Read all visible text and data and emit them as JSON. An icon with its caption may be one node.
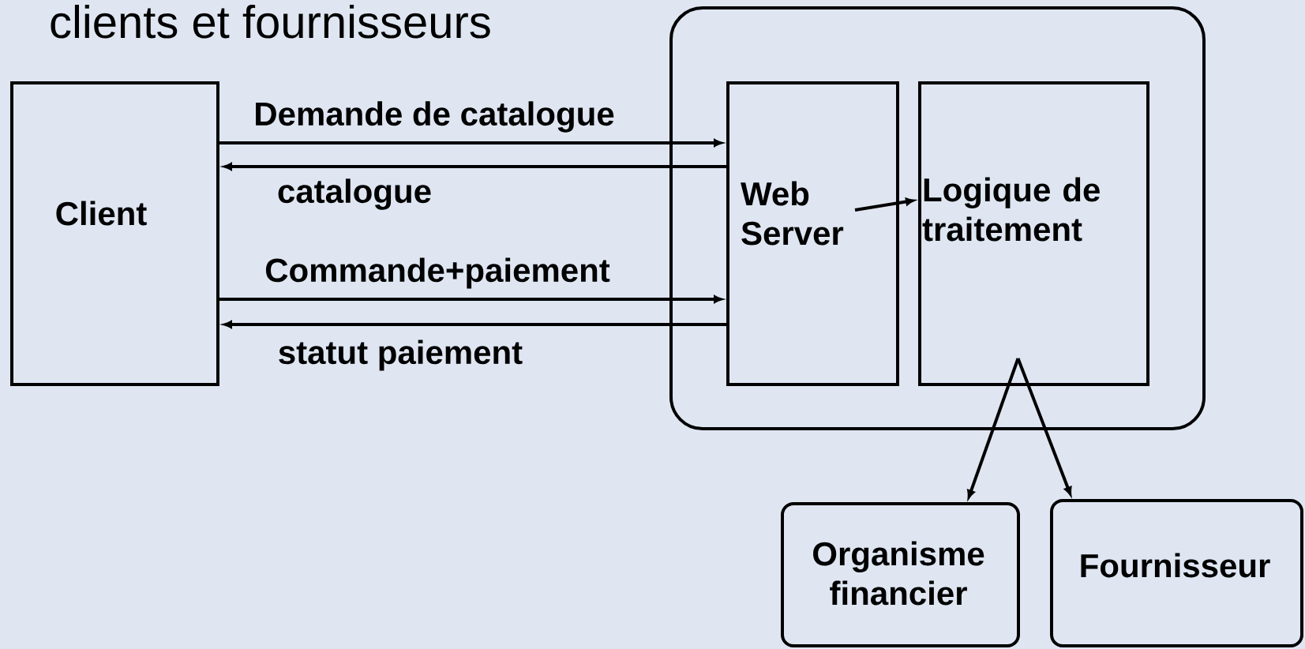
{
  "diagram": {
    "title": "clients et fournisseurs",
    "nodes": [
      {
        "text": [
          "Client"
        ]
      },
      {
        "text": [],
        "shape": "box"
      },
      {
        "text": [
          "Web Server"
        ],
        "in": 1
      },
      {
        "text": [
          "Logique de traitement"
        ],
        "in": 1
      },
      {
        "text": [
          "Organisme financier"
        ]
      },
      {
        "text": [
          "Fournisseur"
        ]
      }
    ],
    "edges": [
      {
        "from": 0,
        "to": 2,
        "arrow": "to",
        "label": "Demande de catalogue"
      },
      {
        "from": 2,
        "to": 0,
        "arrow": "to",
        "label": "catalogue"
      },
      {
        "from": 0,
        "to": 2,
        "arrow": "to",
        "label": "Commande+paiement"
      },
      {
        "from": 2,
        "to": 0,
        "arrow": "to",
        "label": "statut paiement"
      },
      {
        "from": 2,
        "to": 3,
        "arrow": "to"
      },
      {
        "from": 3,
        "to": 4,
        "arrow": "to"
      },
      {
        "from": 3,
        "to": 5,
        "arrow": "to"
      }
    ]
  }
}
